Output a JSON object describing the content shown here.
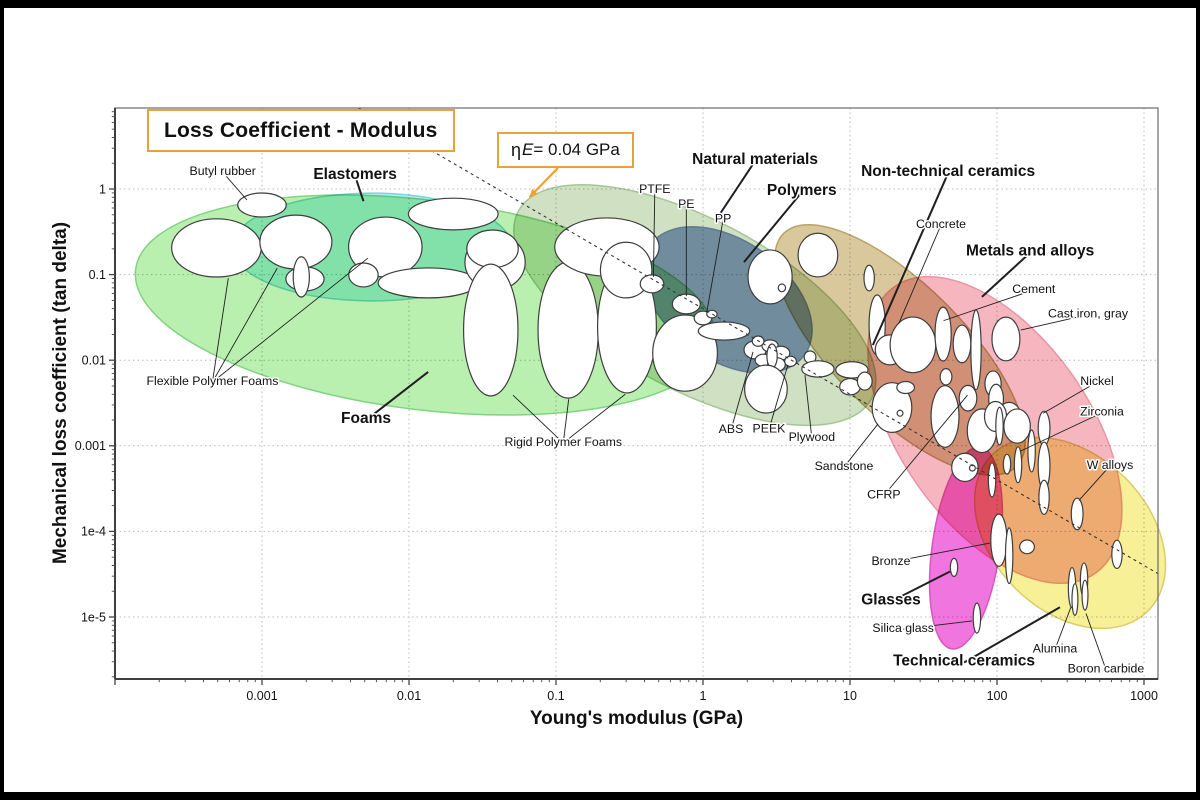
{
  "window": {
    "frame_color": "#000000",
    "background": "#ffffff"
  },
  "chart_data": {
    "type": "bubble",
    "subtype": "ashby-material-property-chart",
    "title": "Loss Coefficient - Modulus",
    "xlabel": "Young's modulus (GPa)",
    "ylabel": "Mechanical loss coefficient (tan delta)",
    "x_scale": "log",
    "y_scale": "log",
    "xlim": [
      0.0001,
      1245
    ],
    "ylim": [
      1.9e-06,
      8.8
    ],
    "grid": "dotted",
    "legend": "none",
    "x_ticks": [
      {
        "v": 0.001,
        "label": "0.001"
      },
      {
        "v": 0.01,
        "label": "0.01"
      },
      {
        "v": 0.1,
        "label": "0.1"
      },
      {
        "v": 1,
        "label": "1"
      },
      {
        "v": 10,
        "label": "10"
      },
      {
        "v": 100,
        "label": "100"
      },
      {
        "v": 1000,
        "label": "1000"
      }
    ],
    "y_ticks": [
      {
        "v": 1,
        "label": "1"
      },
      {
        "v": 0.1,
        "label": "0.1"
      },
      {
        "v": 0.01,
        "label": "0.01"
      },
      {
        "v": 0.001,
        "label": "0.001"
      },
      {
        "v": 0.0001,
        "label": "1e-4"
      },
      {
        "v": 1e-05,
        "label": "1e-5"
      }
    ],
    "guideline": {
      "etaE_GPa": 0.04,
      "label": {
        "eta": "η",
        "modulus": "E",
        "rest": "= 0.04 GPa"
      },
      "arrow": {
        "from": {
          "E": 0.103,
          "eta": 1.76
        },
        "to": {
          "E": 0.066,
          "eta": 0.8
        }
      }
    },
    "regions": [
      {
        "name": "Foams",
        "E": 0.0129,
        "eta": 0.0441,
        "w": 3.97,
        "h": 2.45,
        "rot": 7,
        "fill": "#b9f0b0",
        "stroke": "#79cf78"
      },
      {
        "name": "Elastomers",
        "E": 0.0056,
        "eta": 0.21,
        "w": 1.9,
        "h": 1.26,
        "rot": 0,
        "fill": "#b2eff4",
        "stroke": "#68d3d8"
      },
      {
        "name": "Natural materials",
        "E": 0.88,
        "eta": 0.0441,
        "w": 2.72,
        "h": 1.99,
        "rot": 28,
        "fill": "#cfe1c2",
        "stroke": "#a0c190"
      },
      {
        "name": "Polymers",
        "E": 1.46,
        "eta": 0.0504,
        "w": 1.29,
        "h": 1.4,
        "rot": 35,
        "fill": "#8ba0ce",
        "stroke": "#6d84ba"
      },
      {
        "name": "Non-technical ceramics",
        "E": 21.9,
        "eta": 0.0132,
        "w": 2.24,
        "h": 1.52,
        "rot": 45,
        "fill": "#d9c89c",
        "stroke": "#b49c5e"
      },
      {
        "name": "Metals and alloys",
        "E": 96.8,
        "eta": 0.00153,
        "w": 2.38,
        "h": 2.22,
        "rot": 55,
        "fill": "#f6b6c0",
        "stroke": "#e88e9e"
      },
      {
        "name": "Glasses",
        "E": 61.5,
        "eta": 6.4e-05,
        "w": 0.46,
        "h": 2.38,
        "rot": 8,
        "fill": "#f075de",
        "stroke": "#d44fb8"
      },
      {
        "name": "Technical ceramics",
        "E": 314,
        "eta": 9.6e-05,
        "w": 1.5,
        "h": 1.82,
        "rot": 45,
        "fill": "#f7f096",
        "stroke": "#d6c95c"
      }
    ],
    "bubbles": [
      [
        0.001,
        0.65,
        0.33,
        0.28,
        "Butyl rubber"
      ],
      [
        0.00049,
        0.205,
        0.61,
        0.68
      ],
      [
        0.0017,
        0.24,
        0.49,
        0.63
      ],
      [
        0.00196,
        0.089,
        0.26,
        0.28
      ],
      [
        0.00185,
        0.094,
        0.11,
        0.47
      ],
      [
        0.0069,
        0.21,
        0.5,
        0.7
      ],
      [
        0.0049,
        0.099,
        0.2,
        0.28
      ],
      [
        0.02,
        0.51,
        0.61,
        0.37
      ],
      [
        0.0135,
        0.08,
        0.68,
        0.35
      ],
      [
        0.0385,
        0.14,
        0.41,
        0.65
      ],
      [
        0.037,
        0.2,
        0.35,
        0.44
      ],
      [
        0.036,
        0.0225,
        0.37,
        1.54
      ],
      [
        0.121,
        0.0225,
        0.41,
        1.59
      ],
      [
        0.304,
        0.0244,
        0.4,
        1.54
      ],
      [
        0.755,
        0.0121,
        0.44,
        0.89
      ],
      [
        0.222,
        0.21,
        0.71,
        0.68
      ],
      [
        0.3,
        0.113,
        0.35,
        0.65
      ],
      [
        0.45,
        0.078,
        0.16,
        0.21,
        "PTFE"
      ],
      [
        0.77,
        0.0454,
        0.19,
        0.23,
        "PE"
      ],
      [
        1.0,
        0.0311,
        0.12,
        0.16,
        "PP"
      ],
      [
        1.15,
        0.0345,
        0.07,
        0.09
      ],
      [
        1.39,
        0.0219,
        0.35,
        0.21
      ],
      [
        2.86,
        0.094,
        0.3,
        0.63
      ],
      [
        3.44,
        0.07,
        0.05,
        0.09
      ],
      [
        6.05,
        0.169,
        0.27,
        0.51
      ],
      [
        2.26,
        0.0132,
        0.15,
        0.21,
        "ABS"
      ],
      [
        2.86,
        0.0147,
        0.11,
        0.14
      ],
      [
        3.39,
        0.0121,
        0.12,
        0.16
      ],
      [
        2.57,
        0.01,
        0.11,
        0.14
      ],
      [
        3.16,
        0.0089,
        0.12,
        0.16
      ],
      [
        3.94,
        0.0097,
        0.08,
        0.12,
        "PEEK"
      ],
      [
        2.37,
        0.0167,
        0.08,
        0.12
      ],
      [
        2.95,
        0.0112,
        0.07,
        0.28
      ],
      [
        2.68,
        0.0046,
        0.29,
        0.56
      ],
      [
        5.35,
        0.0109,
        0.08,
        0.14
      ],
      [
        6.05,
        0.0079,
        0.22,
        0.19,
        "Plywood"
      ],
      [
        10.3,
        0.0077,
        0.22,
        0.19
      ],
      [
        10.0,
        0.0049,
        0.14,
        0.19
      ],
      [
        13.5,
        0.091,
        0.07,
        0.3
      ],
      [
        15.3,
        0.0258,
        0.11,
        0.7
      ],
      [
        18.7,
        0.0132,
        0.2,
        0.35
      ],
      [
        26.8,
        0.0151,
        0.31,
        0.65,
        "Concrete"
      ],
      [
        12.6,
        0.0057,
        0.1,
        0.21
      ],
      [
        19.3,
        0.0028,
        0.27,
        0.58,
        "Sandstone"
      ],
      [
        23.9,
        0.0048,
        0.12,
        0.14
      ],
      [
        43,
        0.0202,
        0.11,
        0.63,
        "Cement"
      ],
      [
        44.3,
        0.0022,
        0.19,
        0.72
      ],
      [
        45,
        0.0064,
        0.08,
        0.19
      ],
      [
        57.8,
        0.0155,
        0.12,
        0.44
      ],
      [
        72,
        0.0132,
        0.07,
        0.93
      ],
      [
        115,
        0.0177,
        0.19,
        0.51,
        "Cast iron, gray"
      ],
      [
        94,
        0.0053,
        0.11,
        0.3
      ],
      [
        98.6,
        0.0035,
        0.1,
        0.35
      ],
      [
        121,
        0.0022,
        0.16,
        0.33
      ],
      [
        79,
        0.0015,
        0.2,
        0.51
      ],
      [
        97.7,
        0.0022,
        0.15,
        0.35
      ],
      [
        60.5,
        0.00056,
        0.18,
        0.33
      ],
      [
        63.5,
        0.0036,
        0.12,
        0.3,
        "CFRP"
      ],
      [
        104,
        0.0017,
        0.05,
        0.44
      ],
      [
        137,
        0.0017,
        0.18,
        0.4
      ],
      [
        209,
        0.0016,
        0.08,
        0.4,
        "Nickel"
      ],
      [
        209,
        0.00058,
        0.08,
        0.56
      ],
      [
        209,
        0.00025,
        0.07,
        0.4
      ],
      [
        172,
        0.00087,
        0.05,
        0.49
      ],
      [
        139,
        0.0006,
        0.05,
        0.42,
        "Zirconia"
      ],
      [
        117,
        0.00061,
        0.05,
        0.23
      ],
      [
        92.5,
        0.0004,
        0.05,
        0.4
      ],
      [
        103,
        7.9e-05,
        0.11,
        0.61,
        "Bronze"
      ],
      [
        121,
        5.2e-05,
        0.05,
        0.65
      ],
      [
        51,
        3.8e-05,
        0.05,
        0.21
      ],
      [
        160,
        6.6e-05,
        0.1,
        0.16
      ],
      [
        351,
        0.00016,
        0.08,
        0.37,
        "W alloys"
      ],
      [
        655,
        5.4e-05,
        0.07,
        0.33
      ],
      [
        324,
        2.2e-05,
        0.05,
        0.47,
        "Alumina"
      ],
      [
        339,
        1.6e-05,
        0.04,
        0.37
      ],
      [
        391,
        2.7e-05,
        0.05,
        0.4
      ],
      [
        397,
        1.8e-05,
        0.04,
        0.35,
        "Boron carbide"
      ],
      [
        73,
        9.7e-06,
        0.05,
        0.35,
        "Silica glass"
      ],
      [
        21.9,
        0.0024,
        0.04,
        0.07
      ],
      [
        68,
        0.00055,
        0.04,
        0.07
      ]
    ],
    "region_labels": [
      {
        "text": "Elastomers",
        "E": 0.0043,
        "eta": 1.5,
        "to": [
          [
            0.0049,
            0.72
          ]
        ]
      },
      {
        "text": "Natural materials",
        "E": 2.26,
        "eta": 2.24,
        "to": [
          [
            1.22,
            0.43
          ]
        ]
      },
      {
        "text": "Polymers",
        "E": 4.7,
        "eta": 0.97,
        "to": [
          [
            1.9,
            0.14
          ]
        ]
      },
      {
        "text": "Non-technical ceramics",
        "E": 46.5,
        "eta": 1.62,
        "to": [
          [
            14.3,
            0.015
          ]
        ]
      },
      {
        "text": "Metals and alloys",
        "E": 168,
        "eta": 0.19,
        "to": [
          [
            79,
            0.055
          ]
        ]
      },
      {
        "text": "Foams",
        "E": 0.0051,
        "eta": 0.0021,
        "to": [
          [
            0.0135,
            0.0073
          ]
        ]
      },
      {
        "text": "Glasses",
        "E": 19,
        "eta": 1.6e-05,
        "to": [
          [
            47.9,
            3.4e-05
          ]
        ]
      },
      {
        "text": "Technical ceramics",
        "E": 59.7,
        "eta": 3.1e-06,
        "to": [
          [
            268,
            1.3e-05
          ]
        ]
      }
    ],
    "material_labels": [
      {
        "text": "Butyl rubber",
        "E": 0.00054,
        "eta": 1.62,
        "to": [
          [
            0.00079,
            0.744
          ]
        ]
      },
      {
        "text": "Flexible Polymer Foams",
        "E": 0.00046,
        "eta": 0.0057,
        "to": [
          [
            0.00059,
            0.091
          ],
          [
            0.00127,
            0.119
          ],
          [
            0.00526,
            0.156
          ]
        ]
      },
      {
        "text": "Rigid Polymer Foams",
        "E": 0.112,
        "eta": 0.00111,
        "to": [
          [
            0.051,
            0.0039
          ],
          [
            0.122,
            0.0035
          ],
          [
            0.296,
            0.004
          ]
        ]
      },
      {
        "text": "PTFE",
        "E": 0.47,
        "eta": 1.0,
        "to": [
          [
            0.46,
            0.094
          ]
        ]
      },
      {
        "text": "PE",
        "E": 0.77,
        "eta": 0.67,
        "to": [
          [
            0.77,
            0.056
          ]
        ]
      },
      {
        "text": "PP",
        "E": 1.37,
        "eta": 0.45,
        "to": [
          [
            1.06,
            0.036
          ]
        ]
      },
      {
        "text": "Concrete",
        "E": 41.6,
        "eta": 0.39,
        "to": [
          [
            21.5,
            0.027
          ]
        ]
      },
      {
        "text": "Cement",
        "E": 178,
        "eta": 0.068,
        "to": [
          [
            43.3,
            0.029
          ]
        ]
      },
      {
        "text": "Cast iron, gray",
        "E": 416,
        "eta": 0.035,
        "to": [
          [
            145,
            0.0225
          ]
        ]
      },
      {
        "text": "Nickel",
        "E": 479,
        "eta": 0.0057,
        "to": [
          [
            206,
            0.0024
          ]
        ]
      },
      {
        "text": "Zirconia",
        "E": 518,
        "eta": 0.0025,
        "to": [
          [
            145,
            0.00087
          ]
        ]
      },
      {
        "text": "W alloys",
        "E": 587,
        "eta": 0.0006,
        "to": [
          [
            361,
            0.00023
          ]
        ]
      },
      {
        "text": "Sandstone",
        "E": 9.1,
        "eta": 0.00058,
        "to": [
          [
            15.5,
            0.0018
          ]
        ]
      },
      {
        "text": "CFRP",
        "E": 17,
        "eta": 0.00027,
        "to": [
          [
            63,
            0.0039
          ]
        ]
      },
      {
        "text": "Bronze",
        "E": 19,
        "eta": 4.5e-05,
        "to": [
          [
            89.5,
            7.3e-05
          ]
        ]
      },
      {
        "text": "Silica glass",
        "E": 23,
        "eta": 7.4e-06,
        "to": [
          [
            67.6,
            9e-06
          ]
        ]
      },
      {
        "text": "Alumina",
        "E": 248,
        "eta": 4.3e-06,
        "to": [
          [
            318,
            1.3e-05
          ]
        ]
      },
      {
        "text": "Boron carbide",
        "E": 551,
        "eta": 2.5e-06,
        "to": [
          [
            403,
            1.1e-05
          ]
        ]
      },
      {
        "text": "ABS",
        "E": 1.55,
        "eta": 0.00157,
        "to": [
          [
            2.19,
            0.0125
          ]
        ]
      },
      {
        "text": "PEEK",
        "E": 2.81,
        "eta": 0.0016,
        "to": [
          [
            3.78,
            0.0088
          ]
        ]
      },
      {
        "text": "Plywood",
        "E": 5.5,
        "eta": 0.00127,
        "to": [
          [
            4.94,
            0.0067
          ]
        ]
      }
    ],
    "colors": {
      "grid": "#bcbcbc",
      "frame": "#6a6a6a",
      "axis": "#3f3f3f",
      "bubble_fill": "#ffffff",
      "bubble_stroke": "#3d3d3d",
      "leader": "#1f1f1f",
      "text": "#111111",
      "accent_box": "#e7a33b",
      "arrow": "#f2a02d",
      "guideline": "#333333"
    }
  }
}
